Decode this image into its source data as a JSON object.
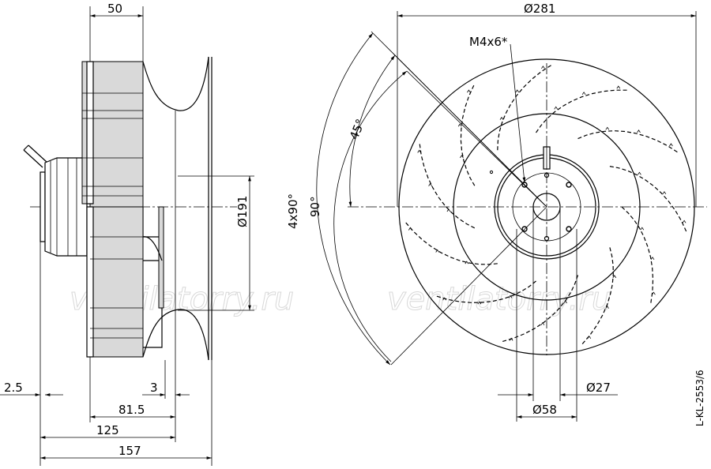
{
  "side_view": {
    "dim_top": "50",
    "dim_191": "Ø191",
    "dim_2_5": "2.5",
    "dim_3": "3",
    "dim_81_5": "81.5",
    "dim_125": "125",
    "dim_157": "157"
  },
  "front_view": {
    "dim_281": "Ø281",
    "screw_label": "M4x6*",
    "angle_45": "45°",
    "angle_4x90": "4x90°",
    "angle_90": "90°",
    "dim_27": "Ø27",
    "dim_58": "Ø58"
  },
  "watermark": {
    "left": "ventilatorry.ru",
    "right": "ventilatorry.ru"
  },
  "drawing_code": "L-KL-2553/6",
  "colors": {
    "line": "#000000",
    "shade": "#d9d9d9",
    "watermark": "#d8d8d8"
  }
}
